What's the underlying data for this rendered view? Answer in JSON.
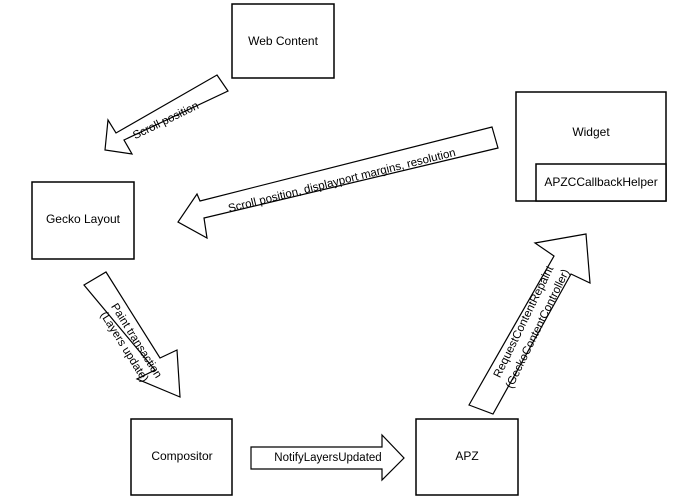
{
  "nodes": {
    "web_content": "Web Content",
    "gecko_layout": "Gecko Layout",
    "widget": "Widget",
    "apzc_callback_helper": "APZCCallbackHelper",
    "compositor": "Compositor",
    "apz": "APZ"
  },
  "edges": {
    "web_to_gecko": "Scroll position",
    "widget_to_gecko": "Scroll position, displayport margins, resolution",
    "gecko_to_compositor": {
      "line1": "Paint transaction",
      "line2": "(Layers update)"
    },
    "compositor_to_apz": "NotifyLayersUpdated",
    "apz_to_widget": {
      "line1": "RequestContentRepaint",
      "line2": "(GeckoContentController)"
    }
  }
}
